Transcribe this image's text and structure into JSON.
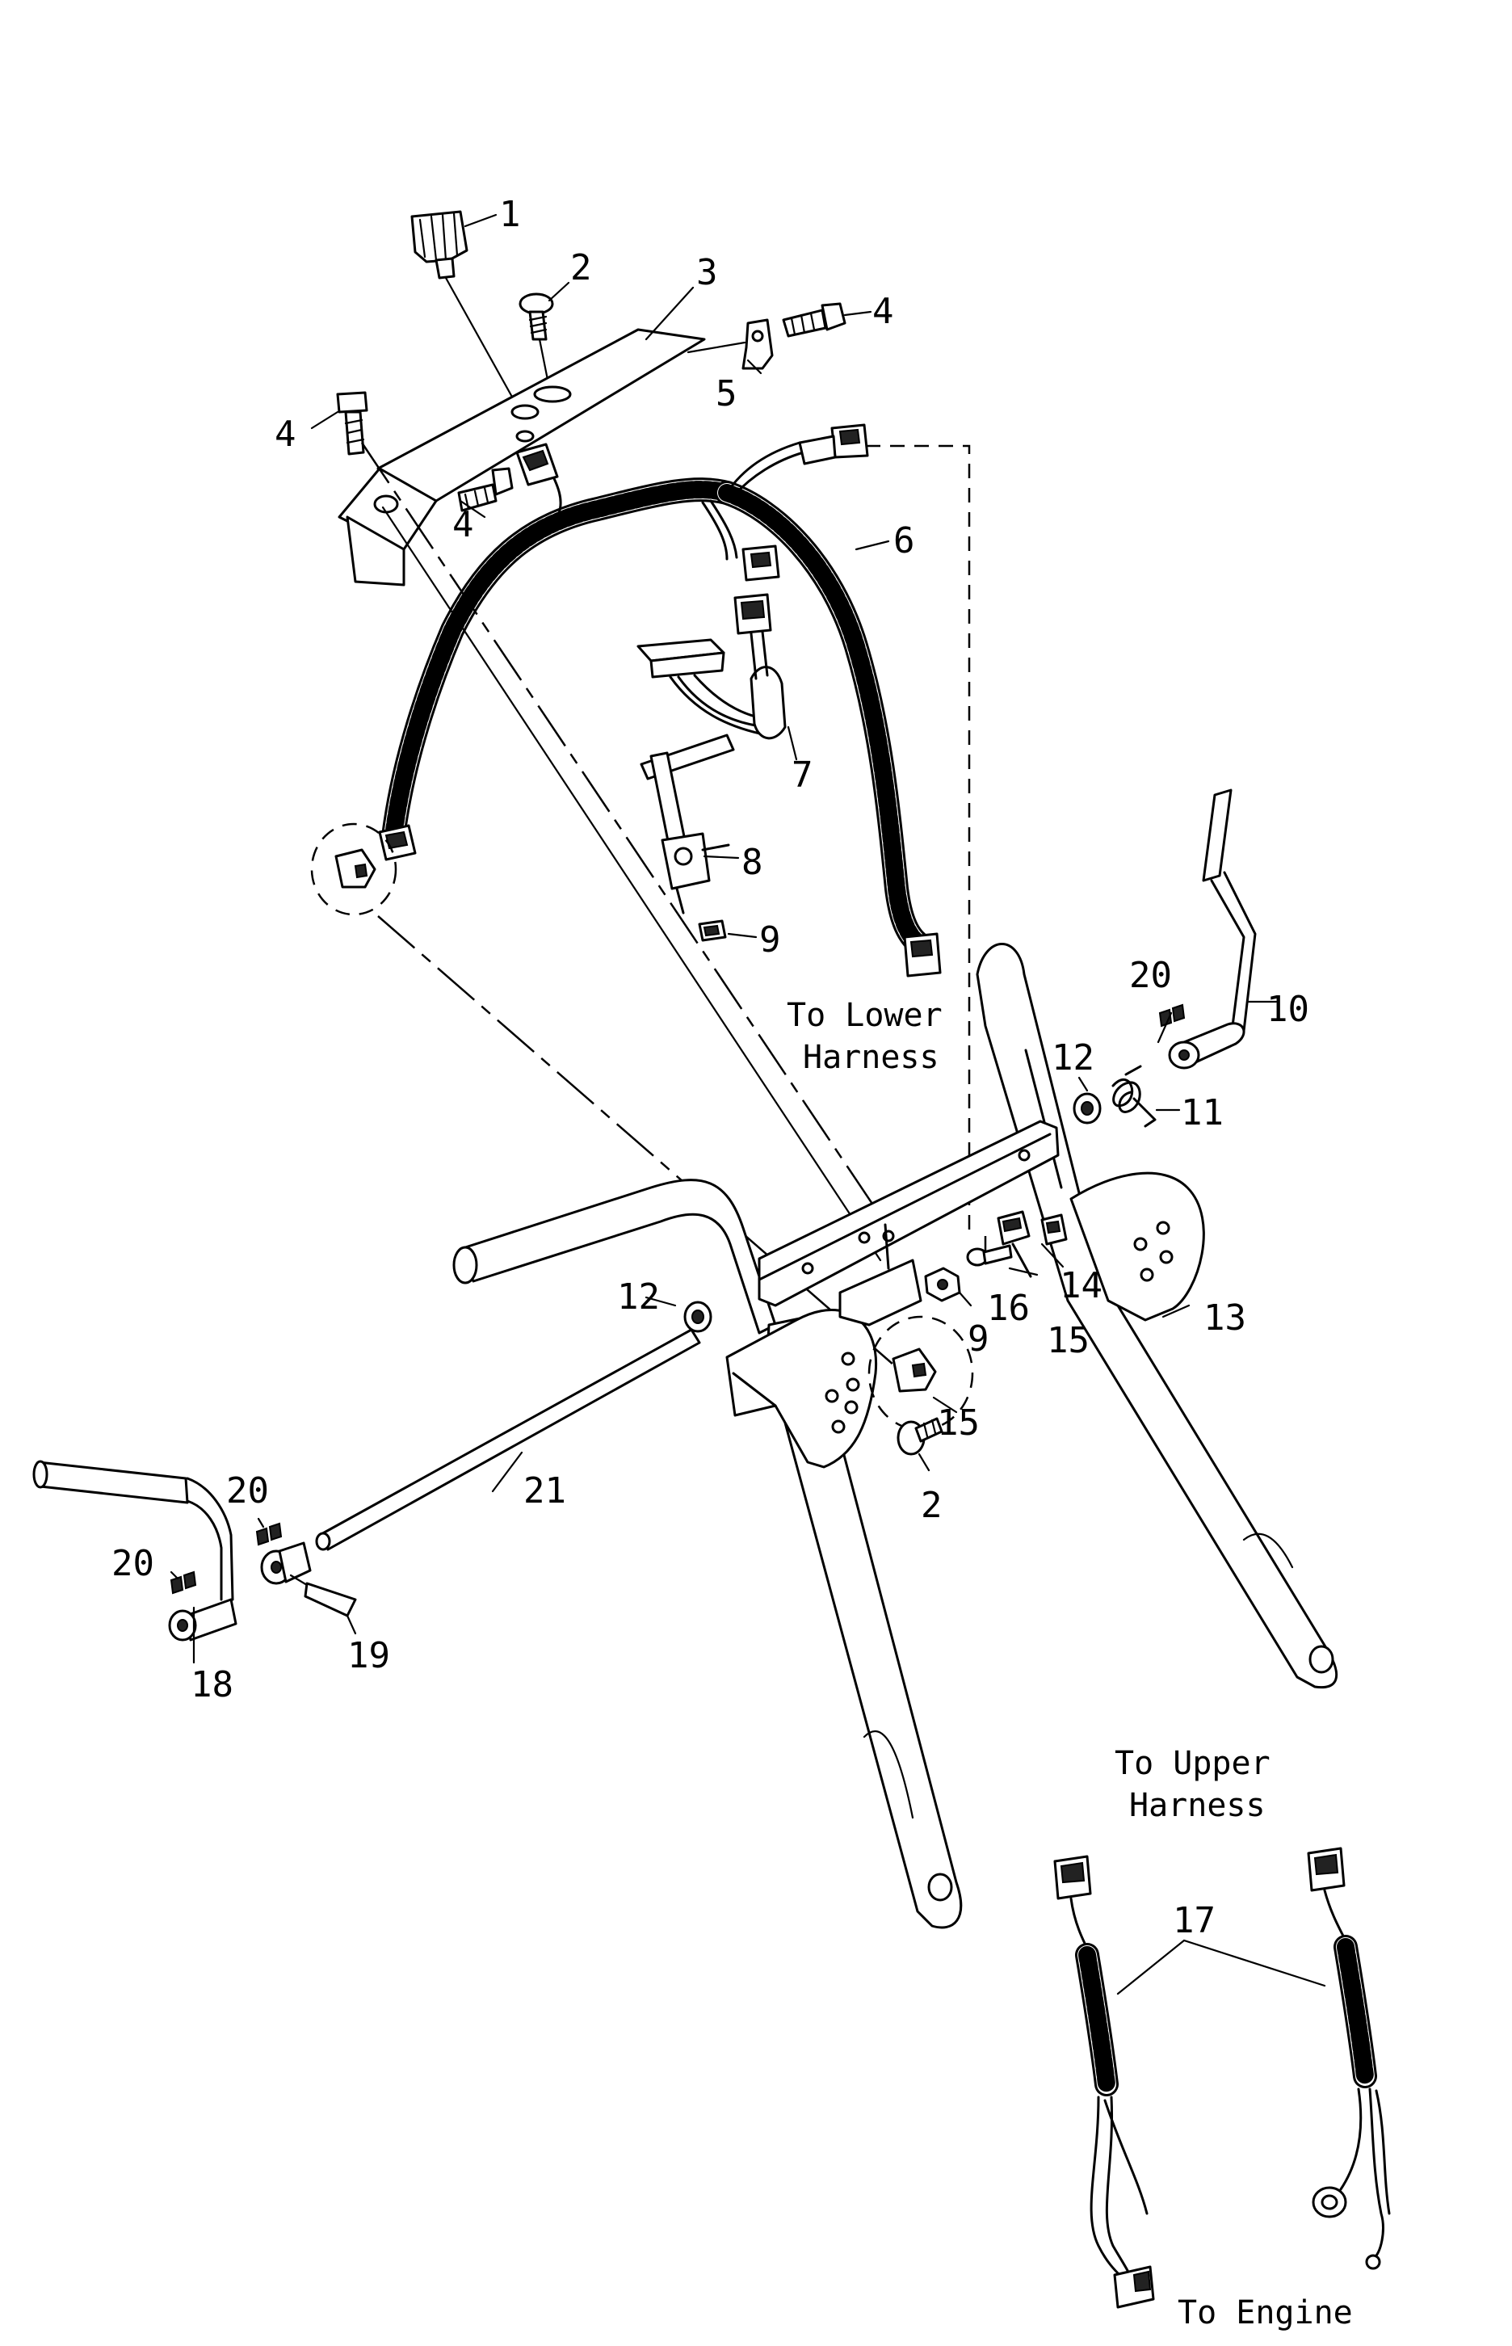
{
  "diagram": {
    "callouts": {
      "c1": "1",
      "c2a": "2",
      "c2b": "2",
      "c3": "3",
      "c4a": "4",
      "c4b": "4",
      "c4c": "4",
      "c5": "5",
      "c6": "6",
      "c7": "7",
      "c8": "8",
      "c9a": "9",
      "c9b": "9",
      "c10": "10",
      "c11": "11",
      "c12a": "12",
      "c12b": "12",
      "c13": "13",
      "c14": "14",
      "c15a": "15",
      "c15b": "15",
      "c16": "16",
      "c17": "17",
      "c18": "18",
      "c19": "19",
      "c20a": "20",
      "c20b": "20",
      "c20c": "20",
      "c21": "21"
    },
    "notes": {
      "lower_harness_1": "To Lower",
      "lower_harness_2": "Harness",
      "upper_harness_1": "To Upper",
      "upper_harness_2": "Harness",
      "engine": "To Engine"
    }
  }
}
